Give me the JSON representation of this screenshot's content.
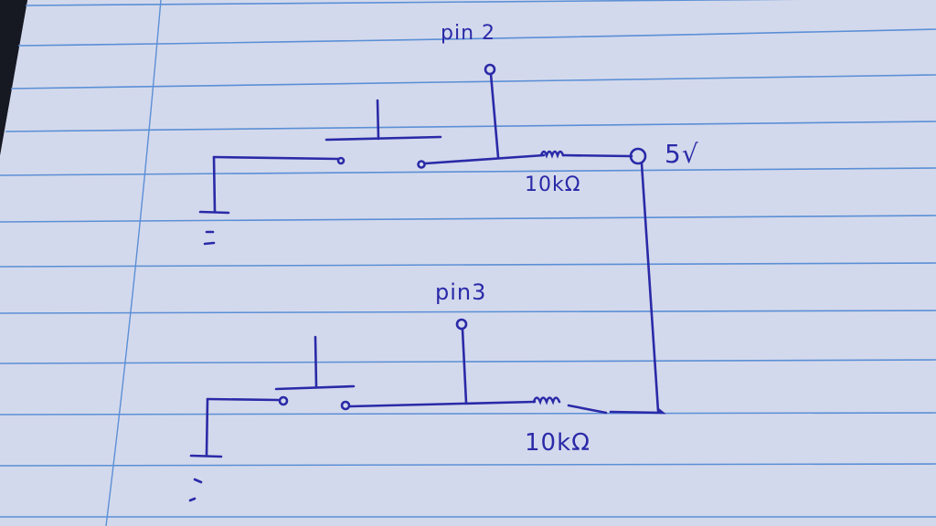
{
  "diagram": {
    "type": "hand-drawn circuit schematic on lined notebook paper",
    "ink_color": "#2a2aa8",
    "paper_color": "#d6dcee",
    "rule_color": "#5b8fd6",
    "circuits": [
      {
        "id": "button-1",
        "pin_label": "pin 2",
        "resistor_label": "10kΩ",
        "components": [
          "ground",
          "push-button",
          "resistor"
        ]
      },
      {
        "id": "button-2",
        "pin_label": "pin3",
        "resistor_label": "10kΩ",
        "components": [
          "ground",
          "push-button",
          "resistor"
        ]
      }
    ],
    "supply_label": "5v"
  },
  "labels": {
    "pin2": "pin 2",
    "pin3": "pin3",
    "res1": "10kΩ",
    "res2": "10kΩ",
    "vcc": "5√"
  }
}
